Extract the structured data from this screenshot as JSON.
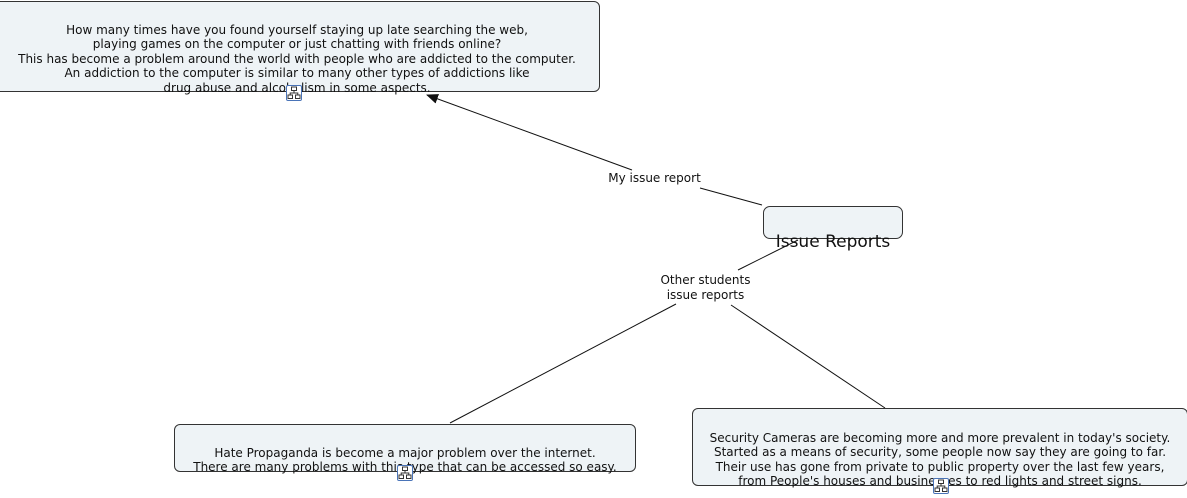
{
  "nodes": {
    "top": {
      "text": "How many times have you found yourself staying up late searching the web,\nplaying games on the computer or just chatting with friends online?\nThis has become a problem around the world with people who are addicted to the computer.\nAn addiction to the computer is similar to many other types of addictions like\ndrug abuse and alcoholism in some aspects.",
      "icon": "concept-map-icon"
    },
    "center": {
      "text": "Issue Reports"
    },
    "hate": {
      "text": "Hate Propaganda is become a major problem over the internet.\nThere are many problems with this type that can be accessed so easy.",
      "icon": "concept-map-icon"
    },
    "cameras": {
      "text": "Security Cameras are becoming more and more prevalent in today's society.\nStarted as a means of security, some people now say they are going to far.\nTheir use has gone from private to public property over the last few years,\nfrom People's houses and businesses to red lights and street signs.",
      "icon": "concept-map-icon"
    }
  },
  "links": {
    "mine": "My issue report",
    "others": "Other students\nissue reports"
  },
  "colors": {
    "node_fill": "#eef3f6",
    "border": "#333333",
    "icon_accent": "#4a74b8"
  }
}
